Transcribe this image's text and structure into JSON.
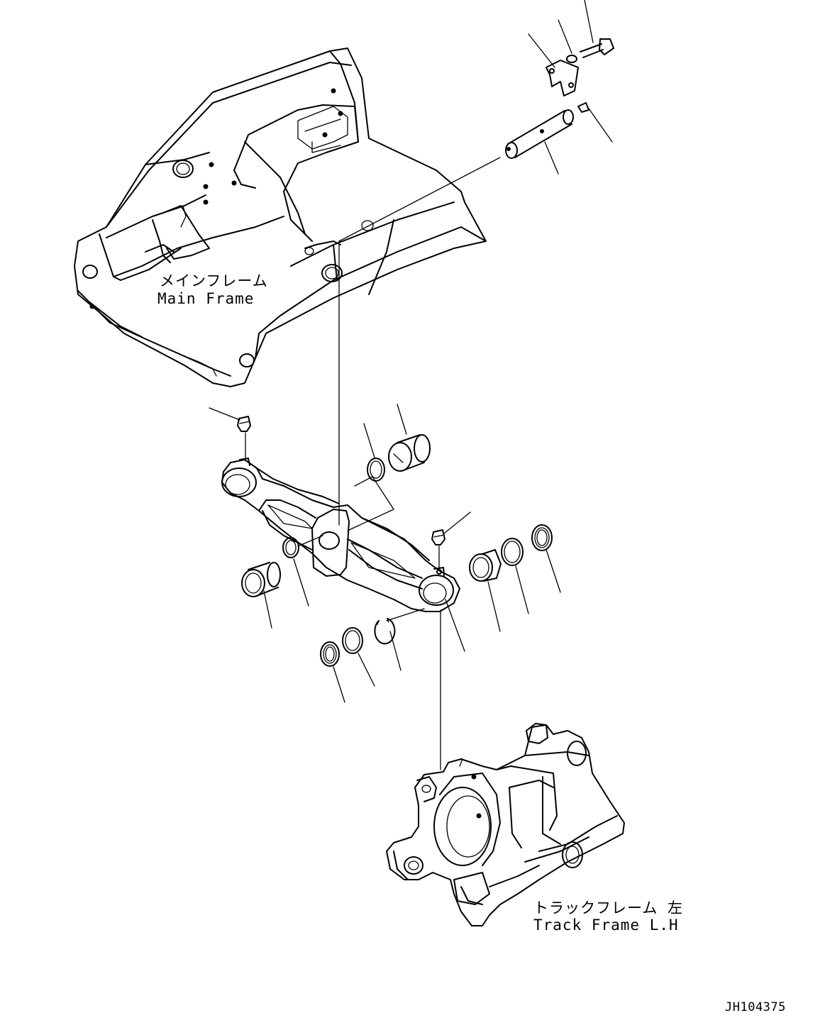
{
  "labels": {
    "main_frame_jp": "メインフレーム",
    "main_frame_en": "Main Frame",
    "track_frame_jp": "トラックフレーム 左",
    "track_frame_en": "Track Frame L.H",
    "drawing_code": "JH104375"
  },
  "colors": {
    "line": "#000000",
    "background": "#ffffff"
  }
}
